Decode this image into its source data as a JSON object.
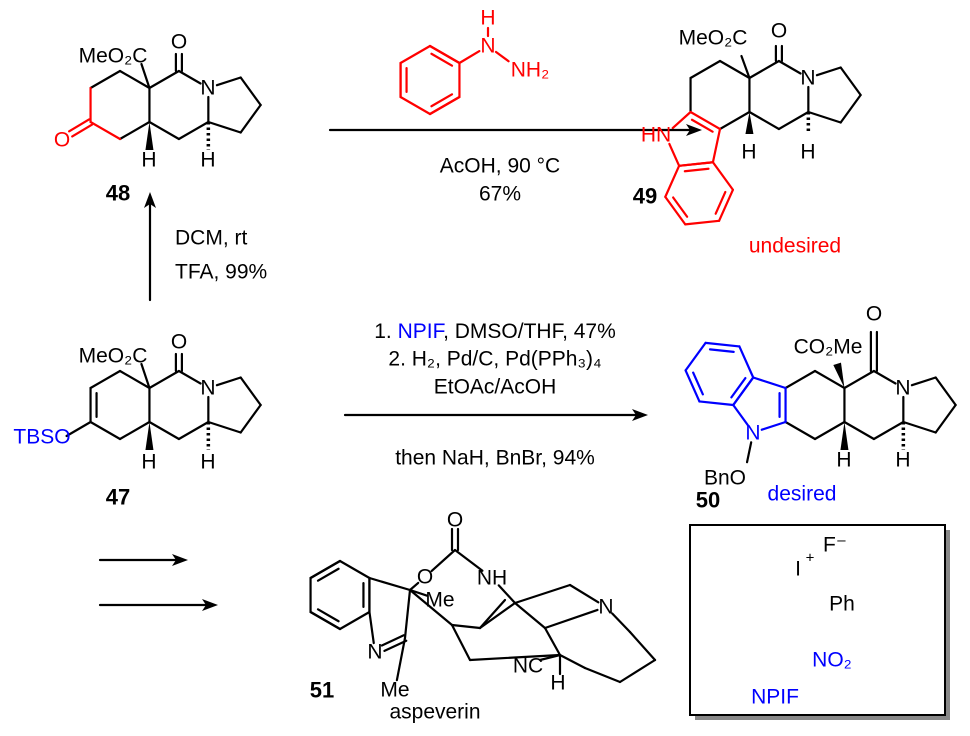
{
  "colors": {
    "undesired": "#ff0000",
    "desired": "#0000ff",
    "bond": "#000000"
  },
  "compound_48": {
    "number": "48",
    "ester": "MeO₂C",
    "lactam_o": "O",
    "n": "N",
    "ketone_o": "O",
    "h_left": "H",
    "h_right": "H"
  },
  "compound_49": {
    "number": "49",
    "ester": "MeO₂C",
    "lactam_o": "O",
    "n": "N",
    "indole_nh": "HN",
    "h_left": "H",
    "h_right": "H",
    "caption": "undesired"
  },
  "compound_47": {
    "number": "47",
    "ester": "MeO₂C",
    "lactam_o": "O",
    "n": "N",
    "tbso": "TBSO",
    "h_left": "H",
    "h_right": "H"
  },
  "compound_50": {
    "number": "50",
    "ester": "CO₂Me",
    "lactam_o": "O",
    "n": "N",
    "indole_n": "N",
    "bno": "BnO",
    "h_left": "H",
    "h_right": "H",
    "caption": "desired"
  },
  "compound_51": {
    "number": "51",
    "name": "aspeverin",
    "carbonyl_o": "O",
    "ring_o": "O",
    "nh": "NH",
    "me_top": "Me",
    "me_bottom": "Me",
    "imine_n": "N",
    "amine_n": "N",
    "nitrile": "NC",
    "h": "H"
  },
  "phenylhydrazine": {
    "h": "H",
    "n": "N",
    "nh2": "NH₂"
  },
  "top_reaction": {
    "line1": "AcOH, 90 °C",
    "line2": "67%"
  },
  "vertical_reaction": {
    "line1": "DCM, rt",
    "line2": "TFA, 99%"
  },
  "middle_reaction": {
    "step1_prefix": "1. ",
    "step1_reagent": "NPIF",
    "step1_suffix": ", DMSO/THF, 47%",
    "step2": "2. H₂, Pd/C, Pd(PPh₃)₄",
    "step2_solvent": "EtOAc/AcOH",
    "below": "then NaH, BnBr, 94%"
  },
  "npif_box": {
    "fluoride": "F⁻",
    "iodine": "I",
    "iodine_charge": "+",
    "phenyl": "Ph",
    "nitro": "NO₂",
    "name": "NPIF"
  }
}
